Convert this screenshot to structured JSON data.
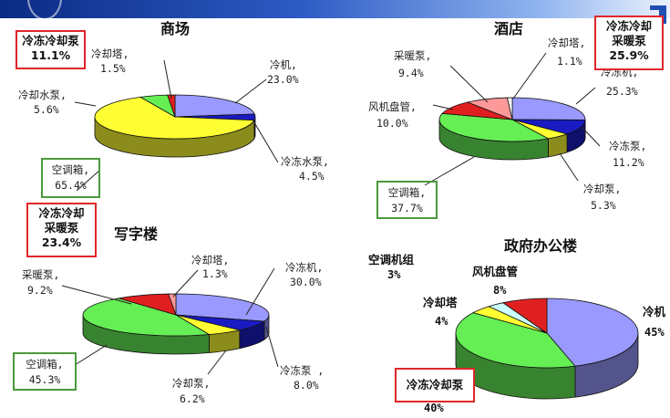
{
  "chart_data": [
    {
      "type": "pie",
      "title": "商场",
      "slices": [
        {
          "label": "冷机,",
          "value": 23.0,
          "display": "23.0%",
          "color": "#9999ff"
        },
        {
          "label": "冷冻水泵,",
          "value": 4.5,
          "display": "4.5%",
          "color": "#1b1bc4"
        },
        {
          "label": "空调箱,",
          "value": 65.4,
          "display": "65.4%",
          "color": "#ffff33"
        },
        {
          "label": "冷却水泵,",
          "value": 5.6,
          "display": "5.6%",
          "color": "#66ee55"
        },
        {
          "label": "冷却塔,",
          "value": 1.5,
          "display": "1.5%",
          "color": "#e02020"
        }
      ],
      "highlights": [
        {
          "text": [
            "冷冻冷却泵",
            "11.1%"
          ],
          "color": "#e0262a"
        },
        {
          "text": [
            "冷冻冷却",
            "采暖泵",
            "23.4%"
          ],
          "color": "#e0262a"
        }
      ]
    },
    {
      "type": "pie",
      "title": "酒店",
      "slices": [
        {
          "label": "冷冻机,",
          "value": 25.3,
          "display": "25.3%",
          "color": "#9999ff"
        },
        {
          "label": "冷冻泵,",
          "value": 11.2,
          "display": "11.2%",
          "color": "#1b1bc4"
        },
        {
          "label": "冷却泵,",
          "value": 5.3,
          "display": "5.3%",
          "color": "#ffff33"
        },
        {
          "label": "空调箱,",
          "value": 37.7,
          "display": "37.7%",
          "color": "#66ee55"
        },
        {
          "label": "风机盘管,",
          "value": 10.0,
          "display": "10.0%",
          "color": "#e02020"
        },
        {
          "label": "采暖泵,",
          "value": 9.4,
          "display": "9.4%",
          "color": "#ff9999"
        },
        {
          "label": "冷却塔,",
          "value": 1.1,
          "display": "1.1%",
          "color": "#ffffff"
        }
      ],
      "highlights": [
        {
          "text": [
            "冷冻冷却",
            "采暖泵",
            "25.9%"
          ],
          "color": "#e0262a"
        }
      ]
    },
    {
      "type": "pie",
      "title": "写字楼",
      "slices": [
        {
          "label": "冷冻机,",
          "value": 30.0,
          "display": "30.0%",
          "color": "#9999ff"
        },
        {
          "label": "冷冻泵 ,",
          "value": 8.0,
          "display": "8.0%",
          "color": "#1b1bc4"
        },
        {
          "label": "冷却泵,",
          "value": 6.2,
          "display": "6.2%",
          "color": "#ffff33"
        },
        {
          "label": "空调箱,",
          "value": 45.3,
          "display": "45.3%",
          "color": "#66ee55"
        },
        {
          "label": "采暖泵,",
          "value": 9.2,
          "display": "9.2%",
          "color": "#e02020"
        },
        {
          "label": "冷却塔,",
          "value": 1.3,
          "display": "1.3%",
          "color": "#ff9999"
        }
      ]
    },
    {
      "type": "pie",
      "title": "政府办公楼",
      "slices": [
        {
          "label": "冷机",
          "value": 45,
          "display": "45%",
          "color": "#9999ff"
        },
        {
          "label": "冷冻冷却泵",
          "value": 40,
          "display": "40%",
          "color": "#66ee55"
        },
        {
          "label": "冷却塔",
          "value": 4,
          "display": "4%",
          "color": "#ffff33"
        },
        {
          "label": "空调机组",
          "value": 3,
          "display": "3%",
          "color": "#ccffff"
        },
        {
          "label": "风机盘管",
          "value": 8,
          "display": "8%",
          "color": "#e02020"
        }
      ]
    }
  ]
}
